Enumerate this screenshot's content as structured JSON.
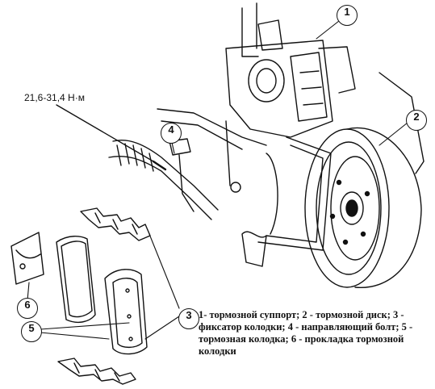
{
  "torque_label": "21,6-31,4 Н·м",
  "callouts": [
    "1",
    "2",
    "3",
    "4",
    "5",
    "6"
  ],
  "caption": "1- тормозной суппорт; 2 - тормозной диск; 3 - фиксатор колодки; 4 - направляющий болт; 5 - тормозная колодка; 6 - прокладка тормозной колодки",
  "colors": {
    "ink": "#111111",
    "paper": "#ffffff"
  }
}
